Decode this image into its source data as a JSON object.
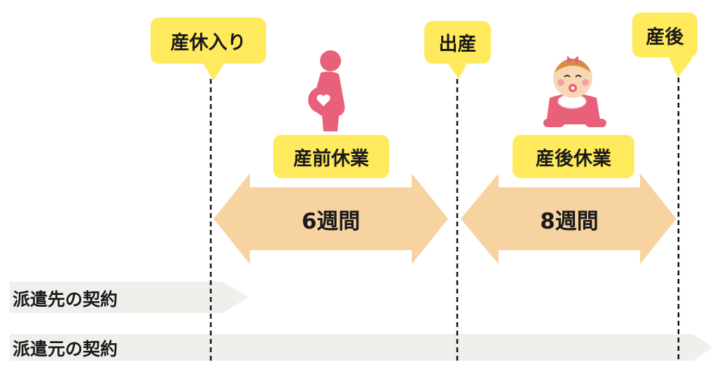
{
  "markers": {
    "leave_start": "産休入り",
    "birth": "出産",
    "postnatal": "産後"
  },
  "periods": {
    "prenatal": {
      "label": "産前休業",
      "duration": "6週間"
    },
    "postnatal": {
      "label": "産後休業",
      "duration": "8週間"
    }
  },
  "contracts": {
    "client": "派遣先の契約",
    "agency": "派遣元の契約"
  },
  "icons": {
    "mother": "pregnant-woman-icon",
    "baby": "baby-girl-icon"
  },
  "colors": {
    "callout": "#ffe95c",
    "arrow": "#f7d3a1",
    "contract_bar": "#f1efec",
    "pink": "#e8607a",
    "line": "#111111"
  }
}
